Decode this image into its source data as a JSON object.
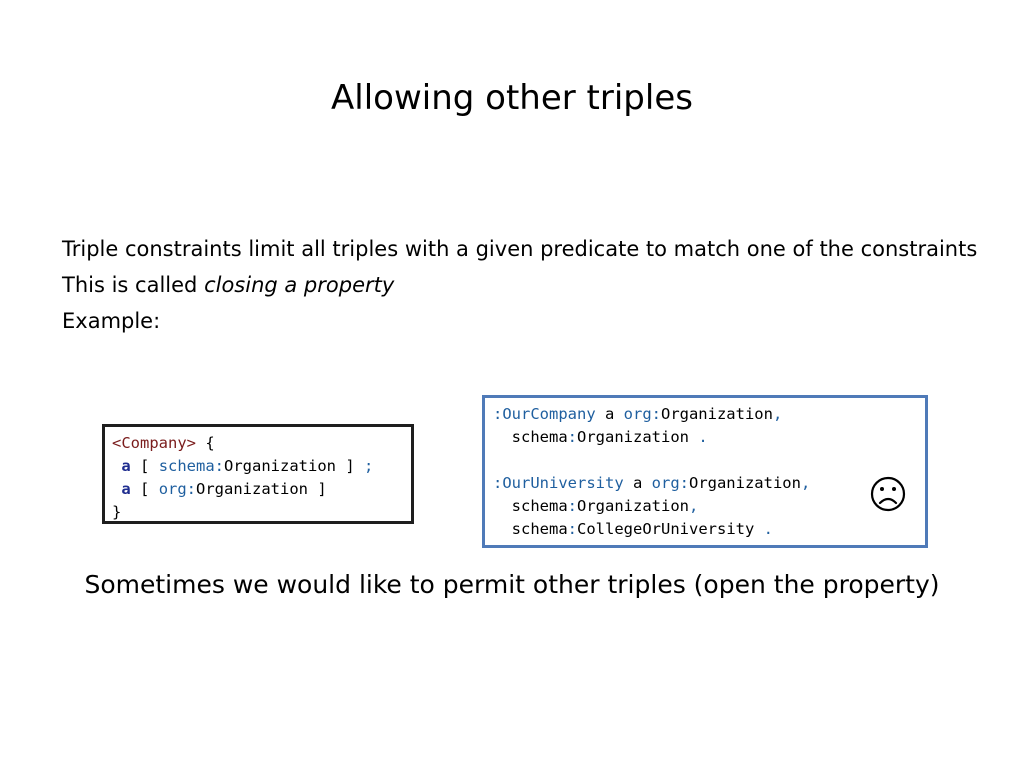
{
  "slide": {
    "title": "Allowing other triples",
    "bullets": [
      "Triple constraints limit all triples with a given predicate to match one of the constraints",
      "This is called ",
      "Example:"
    ],
    "bullet2_emphasis": "closing a property",
    "shape_box": {
      "line1_name": "<Company>",
      "line1_brace": " {",
      "line2_kw": "a",
      "line2_open": " [ ",
      "line2_prefix": "schema:",
      "line2_local": "Organization",
      "line2_close": " ] ",
      "line2_sep": ";",
      "line3_kw": "a",
      "line3_open": " [ ",
      "line3_prefix": "org:",
      "line3_local": "Organization",
      "line3_close": " ]",
      "line4": "}"
    },
    "data_box": {
      "l1_subject": ":OurCompany",
      "l1_a": " a ",
      "l1_prefix": "org:",
      "l1_local": "Organization",
      "l1_sep": ",",
      "l2_prefix": "schema:",
      "l2_local": "Organization",
      "l2_sep": " .",
      "l3_subject": ":OurUniversity",
      "l3_a": " a ",
      "l3_prefix": "org:",
      "l3_local": "Organization",
      "l3_sep": ",",
      "l4_prefix": "schema:",
      "l4_local": "Organization",
      "l4_sep": ",",
      "l5_prefix": "schema:",
      "l5_local": "CollegeOrUniversity",
      "l5_sep": " ."
    },
    "sad_face_icon": "sad-face-icon",
    "bottom_text": "Sometimes we would like to permit other triples (open the property)",
    "colors": {
      "shape_box_border": "#1e1e1e",
      "data_box_border": "#4f7ab8",
      "keyword": "#1f2d8f",
      "prefix": "#1f5f9f"
    }
  }
}
